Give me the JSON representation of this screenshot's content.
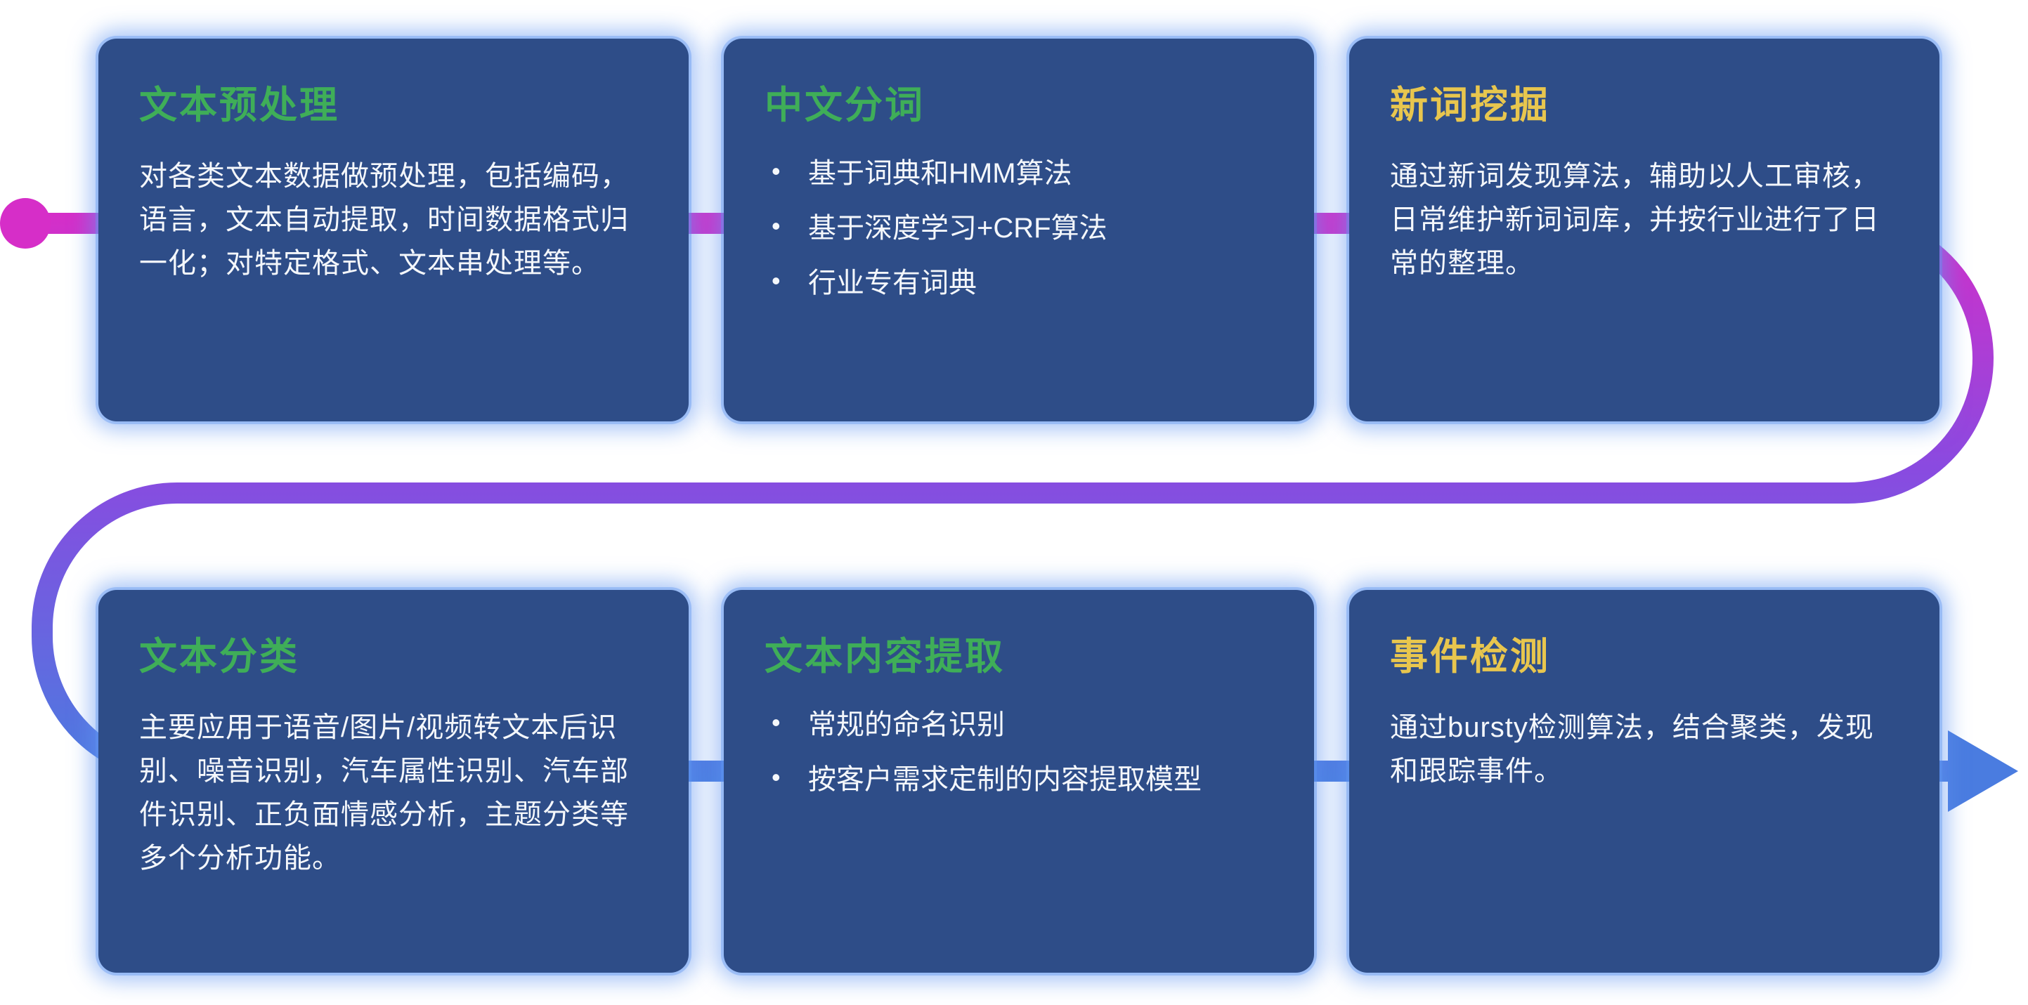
{
  "theme": {
    "card_background": "#2e4d88",
    "card_glow": "#6096f0",
    "title_green": "#3fae58",
    "title_yellow": "#e8c64e",
    "body_text": "#f4f7fb",
    "flow_start_magenta": "#d62ec8",
    "flow_mid_purple": "#8a4ae0",
    "flow_end_blue": "#4a7ce0"
  },
  "flow": {
    "start_marker": "dot",
    "end_marker": "arrow-right"
  },
  "cards": [
    {
      "title": "文本预处理",
      "title_color": "green",
      "type": "paragraph",
      "body": "对各类文本数据做预处理，包括编码，语言，文本自动提取，时间数据格式归一化；对特定格式、文本串处理等。"
    },
    {
      "title": "中文分词",
      "title_color": "green",
      "type": "bullets",
      "bullets": [
        "基于词典和HMM算法",
        "基于深度学习+CRF算法",
        "行业专有词典"
      ]
    },
    {
      "title": "新词挖掘",
      "title_color": "yellow",
      "type": "paragraph",
      "body": "通过新词发现算法，辅助以人工审核，日常维护新词词库，并按行业进行了日常的整理。"
    },
    {
      "title": "文本分类",
      "title_color": "green",
      "type": "paragraph",
      "body": "主要应用于语音/图片/视频转文本后识别、噪音识别，汽车属性识别、汽车部件识别、正负面情感分析，主题分类等多个分析功能。"
    },
    {
      "title": "文本内容提取",
      "title_color": "green",
      "type": "bullets",
      "bullets": [
        "常规的命名识别",
        "按客户需求定制的内容提取模型"
      ]
    },
    {
      "title": "事件检测",
      "title_color": "yellow",
      "type": "paragraph",
      "body": "通过bursty检测算法，结合聚类，发现和跟踪事件。"
    }
  ]
}
